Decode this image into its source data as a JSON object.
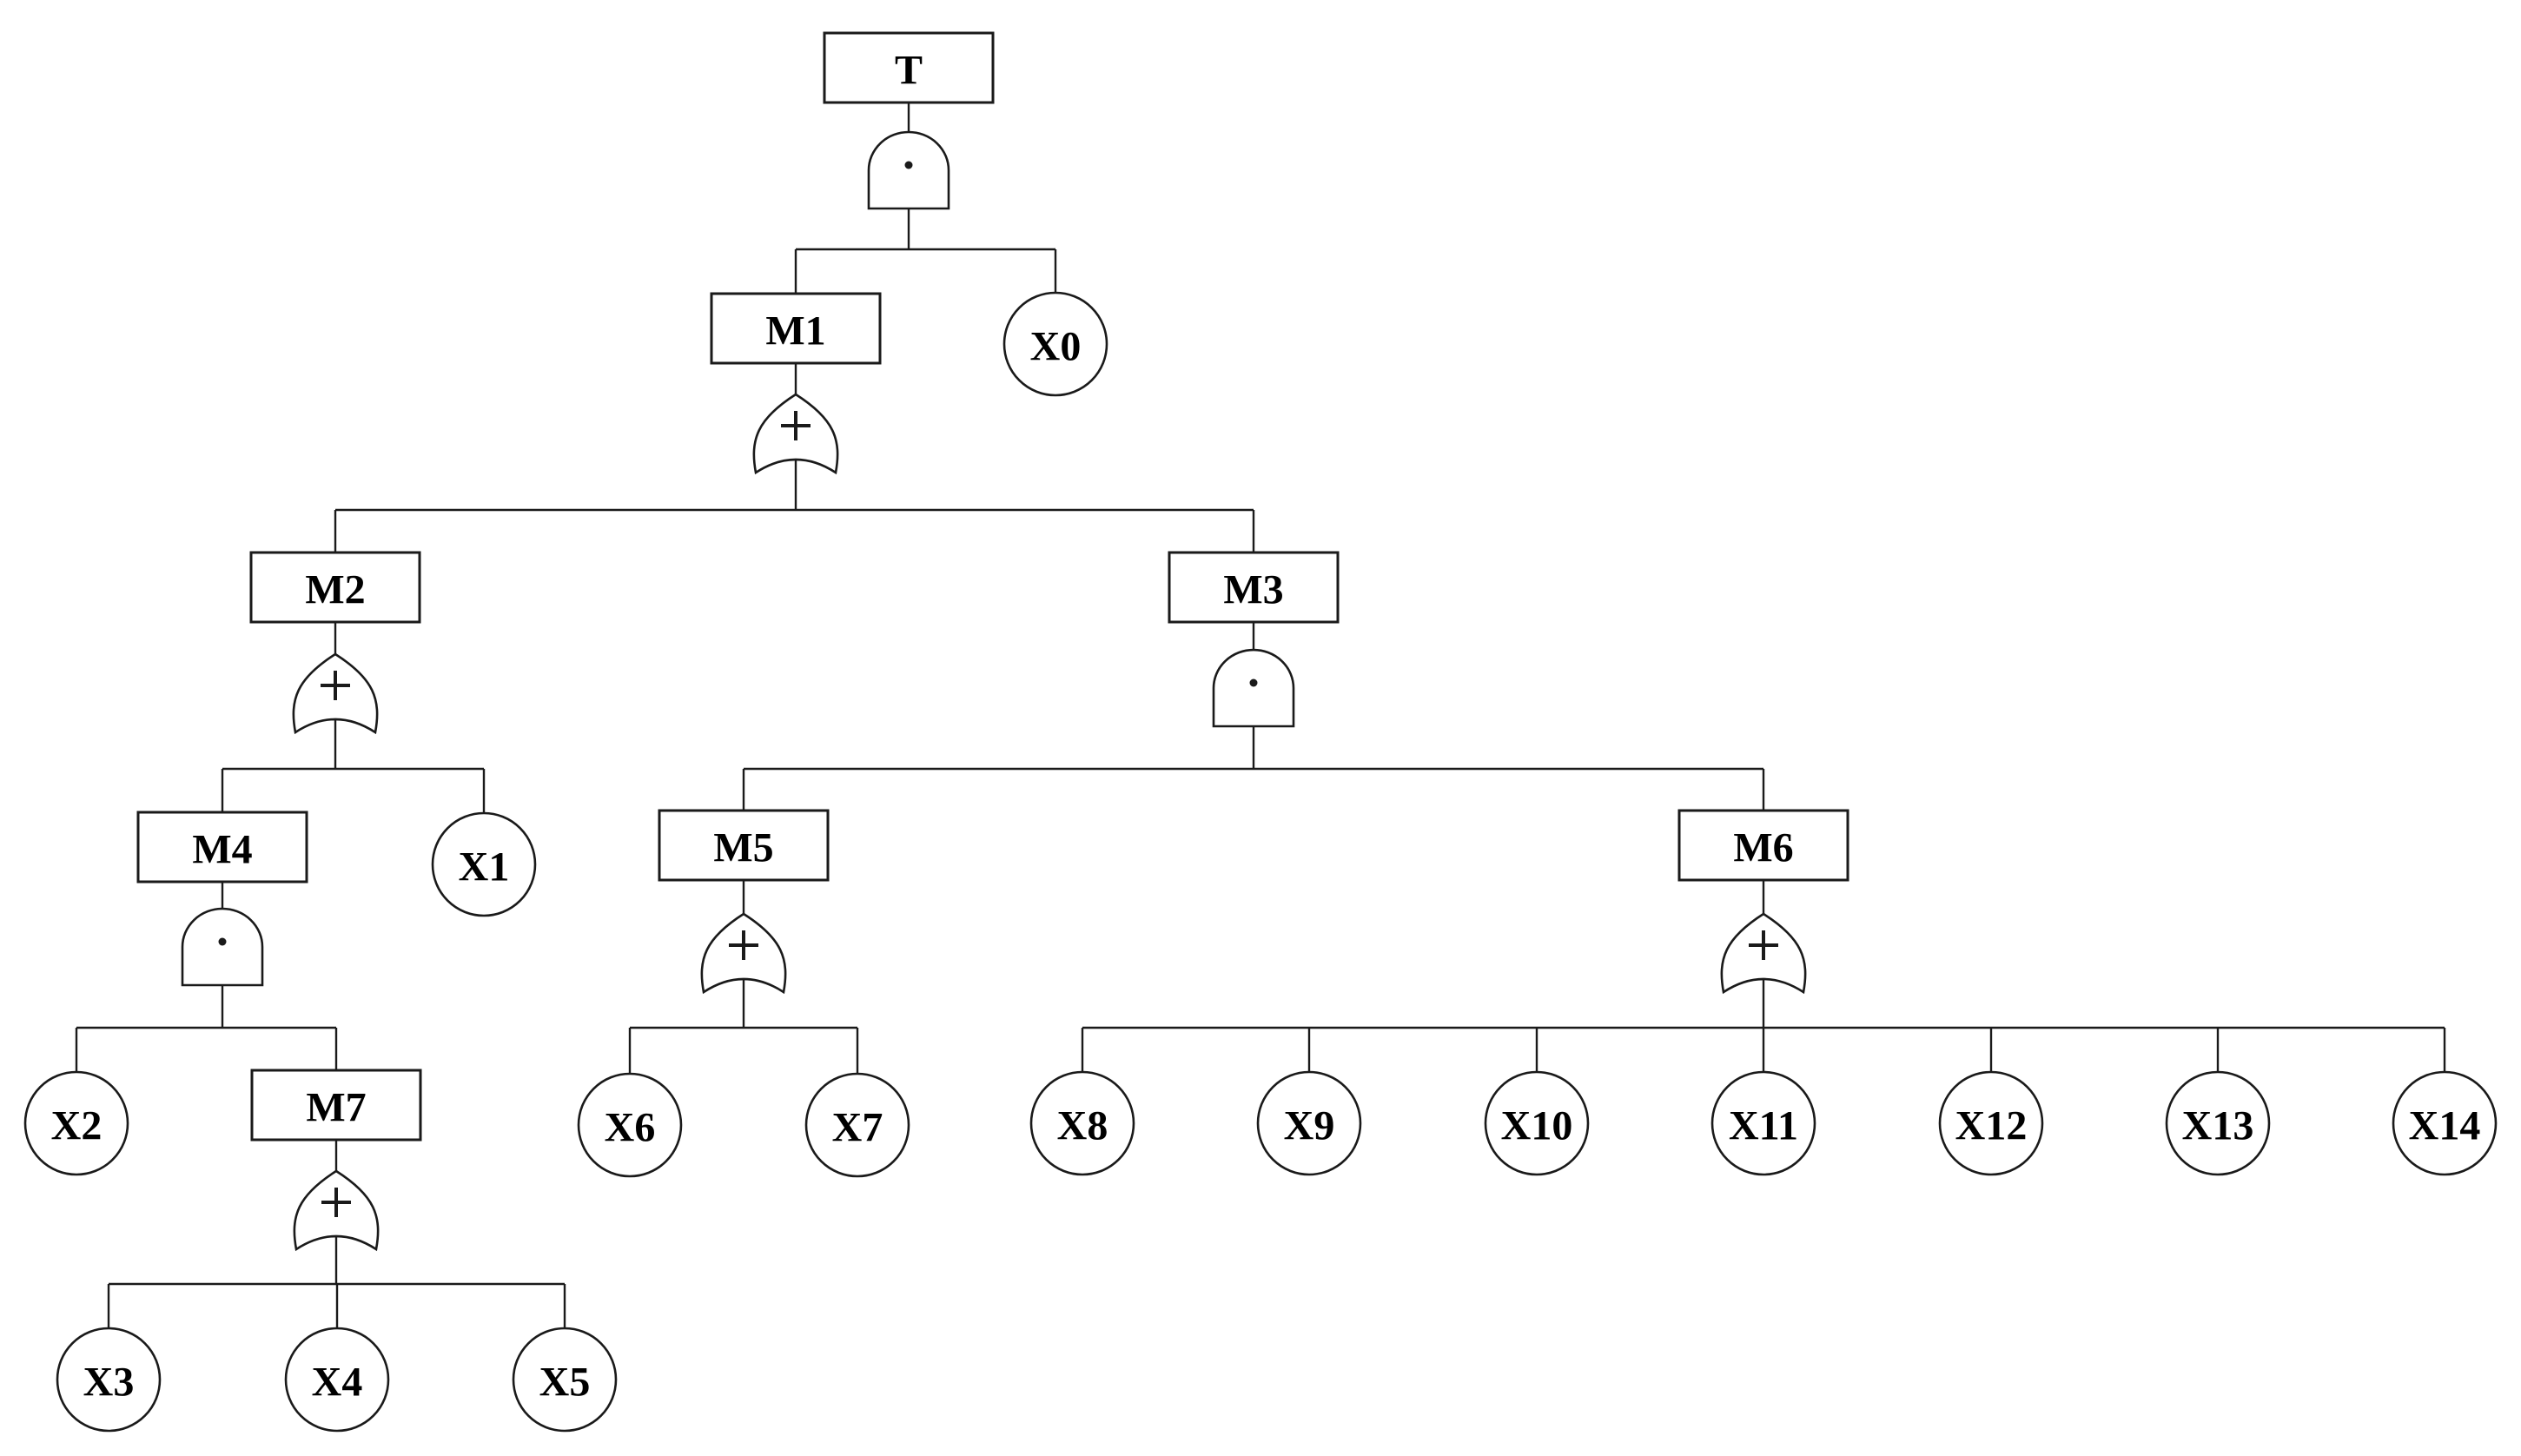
{
  "diagram": {
    "kind": "fault-tree",
    "colors": {
      "background": "#ffffff",
      "stroke": "#1a1a1a",
      "text": "#000000",
      "shape_fill": "#ffffff"
    },
    "gate_symbols": {
      "and": "·",
      "or": "+"
    },
    "nodes": [
      {
        "id": "T",
        "label": "T",
        "shape": "rect",
        "gate": "and",
        "children": [
          "M1",
          "X0"
        ]
      },
      {
        "id": "M1",
        "label": "M1",
        "shape": "rect",
        "gate": "or",
        "children": [
          "M2",
          "M3"
        ]
      },
      {
        "id": "X0",
        "label": "X0",
        "shape": "circle",
        "gate": null,
        "children": []
      },
      {
        "id": "M2",
        "label": "M2",
        "shape": "rect",
        "gate": "or",
        "children": [
          "M4",
          "X1"
        ]
      },
      {
        "id": "M3",
        "label": "M3",
        "shape": "rect",
        "gate": "and",
        "children": [
          "M5",
          "M6"
        ]
      },
      {
        "id": "M4",
        "label": "M4",
        "shape": "rect",
        "gate": "and",
        "children": [
          "X2",
          "M7"
        ]
      },
      {
        "id": "X1",
        "label": "X1",
        "shape": "circle",
        "gate": null,
        "children": []
      },
      {
        "id": "M5",
        "label": "M5",
        "shape": "rect",
        "gate": "or",
        "children": [
          "X6",
          "X7"
        ]
      },
      {
        "id": "M6",
        "label": "M6",
        "shape": "rect",
        "gate": "or",
        "children": [
          "X8",
          "X9",
          "X10",
          "X11",
          "X12",
          "X13",
          "X14"
        ]
      },
      {
        "id": "X2",
        "label": "X2",
        "shape": "circle",
        "gate": null,
        "children": []
      },
      {
        "id": "M7",
        "label": "M7",
        "shape": "rect",
        "gate": "or",
        "children": [
          "X3",
          "X4",
          "X5"
        ]
      },
      {
        "id": "X6",
        "label": "X6",
        "shape": "circle",
        "gate": null,
        "children": []
      },
      {
        "id": "X7",
        "label": "X7",
        "shape": "circle",
        "gate": null,
        "children": []
      },
      {
        "id": "X8",
        "label": "X8",
        "shape": "circle",
        "gate": null,
        "children": []
      },
      {
        "id": "X9",
        "label": "X9",
        "shape": "circle",
        "gate": null,
        "children": []
      },
      {
        "id": "X10",
        "label": "X10",
        "shape": "circle",
        "gate": null,
        "children": []
      },
      {
        "id": "X11",
        "label": "X11",
        "shape": "circle",
        "gate": null,
        "children": []
      },
      {
        "id": "X12",
        "label": "X12",
        "shape": "circle",
        "gate": null,
        "children": []
      },
      {
        "id": "X13",
        "label": "X13",
        "shape": "circle",
        "gate": null,
        "children": []
      },
      {
        "id": "X14",
        "label": "X14",
        "shape": "circle",
        "gate": null,
        "children": []
      },
      {
        "id": "X3",
        "label": "X3",
        "shape": "circle",
        "gate": null,
        "children": []
      },
      {
        "id": "X4",
        "label": "X4",
        "shape": "circle",
        "gate": null,
        "children": []
      },
      {
        "id": "X5",
        "label": "X5",
        "shape": "circle",
        "gate": null,
        "children": []
      }
    ]
  }
}
